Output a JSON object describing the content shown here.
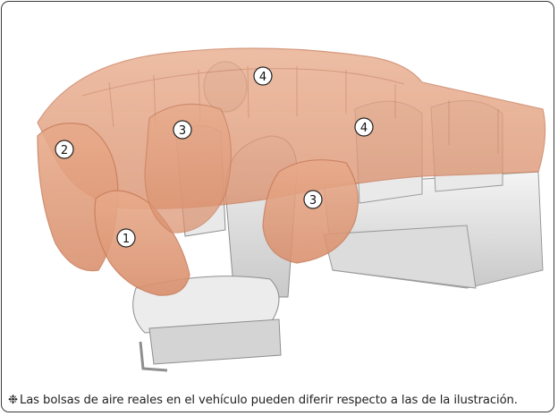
{
  "illustration": {
    "callouts": [
      {
        "id": "c1",
        "label": "1"
      },
      {
        "id": "c2",
        "label": "2"
      },
      {
        "id": "c3a",
        "label": "3"
      },
      {
        "id": "c3b",
        "label": "3"
      },
      {
        "id": "c4a",
        "label": "4"
      },
      {
        "id": "c4b",
        "label": "4"
      }
    ],
    "colors": {
      "airbag": "#e3a180",
      "airbag_edge": "#c97e5c",
      "seat": "#e6e6e6",
      "seat_shadow": "#bdbdbd"
    }
  },
  "caption": {
    "mark": "❉",
    "text": "Las bolsas de aire reales en el vehículo pueden diferir respecto a las de la ilustración."
  }
}
